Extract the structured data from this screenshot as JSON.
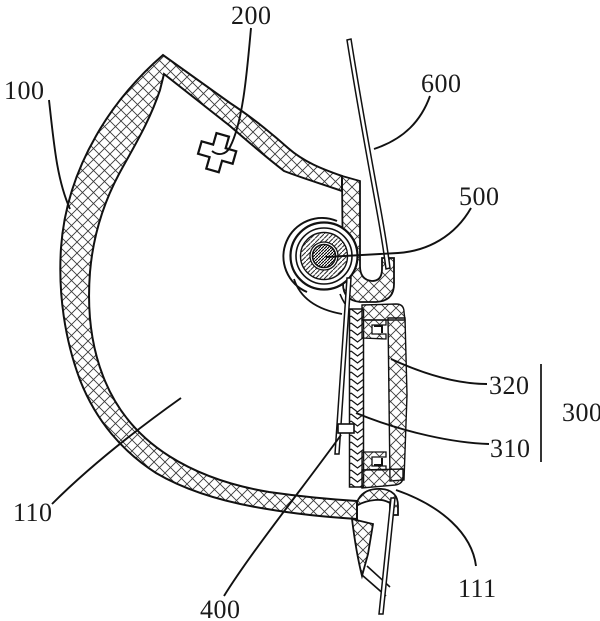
{
  "figure": {
    "background": "#ffffff",
    "line_color": "#1a1a1a",
    "hatch_color": "#3a3a3a",
    "reference_labels": [
      {
        "ref": "100"
      },
      {
        "ref": "200"
      },
      {
        "ref": "600"
      },
      {
        "ref": "500"
      },
      {
        "ref": "320"
      },
      {
        "ref": "300"
      },
      {
        "ref": "310"
      },
      {
        "ref": "110"
      },
      {
        "ref": "400"
      },
      {
        "ref": "111"
      }
    ]
  }
}
